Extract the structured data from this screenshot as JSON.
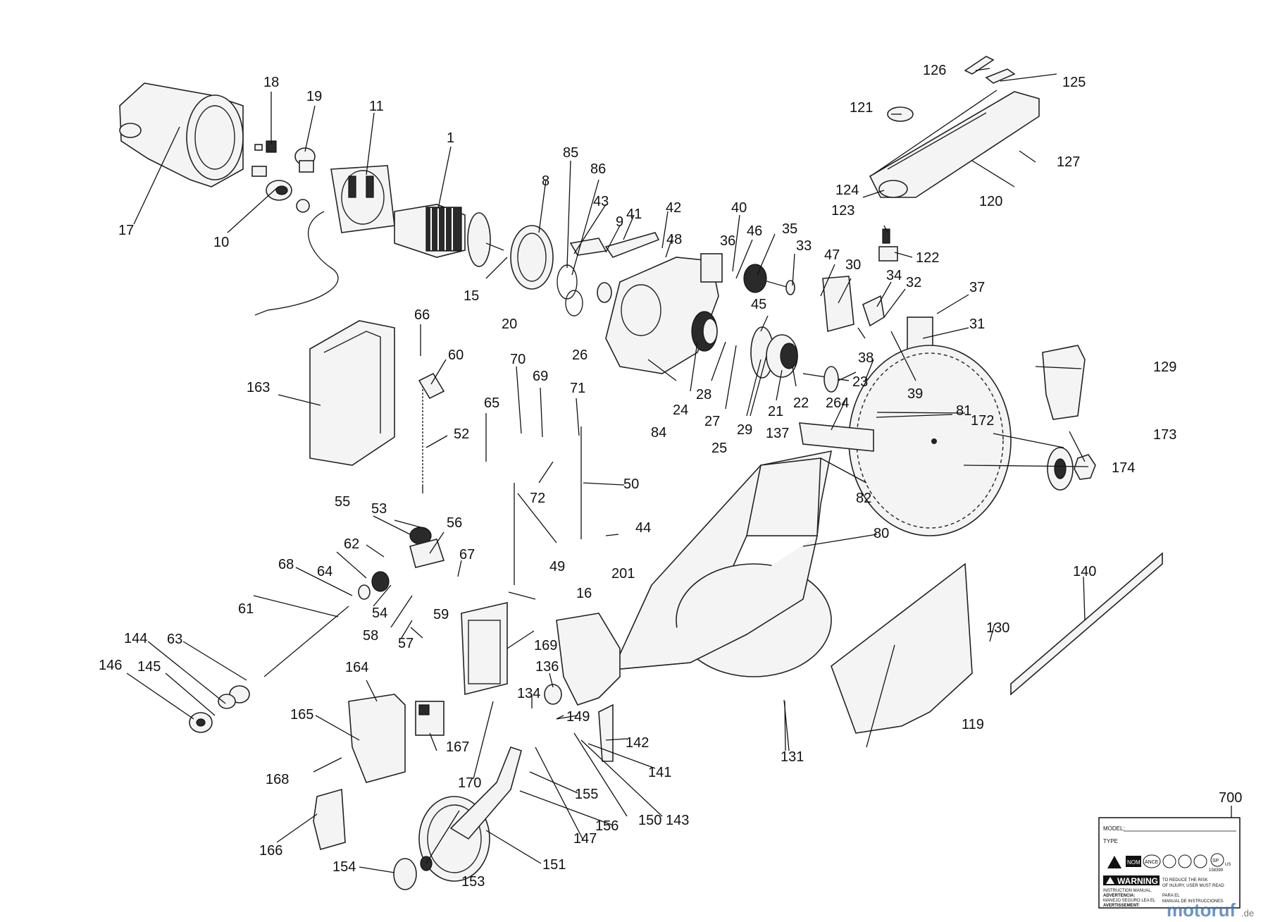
{
  "callouts": [
    "1",
    "8",
    "9",
    "10",
    "11",
    "15",
    "16",
    "17",
    "18",
    "19",
    "20",
    "21",
    "22",
    "23",
    "24",
    "25",
    "26",
    "27",
    "28",
    "29",
    "30",
    "31",
    "32",
    "33",
    "34",
    "35",
    "36",
    "37",
    "38",
    "39",
    "40",
    "41",
    "42",
    "43",
    "44",
    "45",
    "46",
    "47",
    "48",
    "49",
    "50",
    "52",
    "53",
    "54",
    "55",
    "56",
    "57",
    "58",
    "59",
    "60",
    "61",
    "62",
    "63",
    "64",
    "65",
    "66",
    "67",
    "68",
    "69",
    "70",
    "71",
    "72",
    "80",
    "81",
    "82",
    "84",
    "85",
    "86",
    "119",
    "120",
    "121",
    "122",
    "123",
    "124",
    "125",
    "126",
    "127",
    "129",
    "130",
    "131",
    "134",
    "136",
    "137",
    "140",
    "141",
    "142",
    "143",
    "144",
    "145",
    "146",
    "147",
    "149",
    "150",
    "151",
    "153",
    "154",
    "155",
    "156",
    "163",
    "164",
    "165",
    "166",
    "167",
    "168",
    "169",
    "170",
    "172",
    "173",
    "174",
    "201",
    "264",
    "700"
  ],
  "label_plate": {
    "model": "MODEL:",
    "type": "TYPE",
    "warning_title": "WARNING",
    "warning_line1": "INSTRUCTION MANUAL.",
    "warning_line2": "ADVERTENCIA:",
    "warning_line3": "MANEJO SEGURO LEA EL",
    "warning_line4": "AVERTISSEMENT:",
    "side_text1": "TO REDUCE THE RISK",
    "side_text2": "OF INJURY, USER MUST READ",
    "side_text3": "PARA EL",
    "side_text4": "MANUAL DE INSTRUCCIONES.",
    "nom": "NOM",
    "ance": "ANCE",
    "csa": "SP",
    "cert_no": "158399",
    "cert_us": "US"
  },
  "watermark": {
    "brand": "motoruf",
    "suffix": ".de"
  },
  "colors": {
    "ink": "#111111",
    "part_fill": "#f4f4f4",
    "watermark_blue": "#3b6fb5",
    "watermark_orange": "#e88a2a"
  }
}
